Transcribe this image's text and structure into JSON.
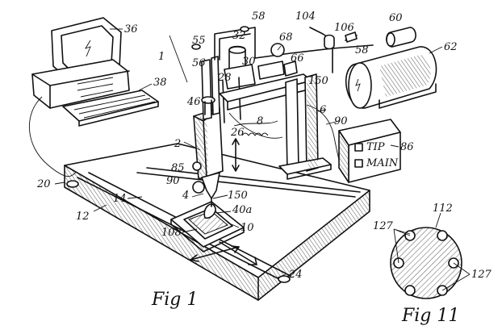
{
  "figures": {
    "fig1": {
      "caption": "Fig 1"
    },
    "fig11": {
      "caption": "Fig 11"
    }
  },
  "labels": {
    "l1": "1",
    "l2": "2",
    "l4": "4",
    "l6": "6",
    "l8": "8",
    "l10": "10",
    "l12": "12",
    "l14": "14",
    "l20": "20",
    "l24": "24",
    "l26": "26",
    "l28": "28",
    "l30": "30",
    "l32": "32",
    "l36": "36",
    "l38": "38",
    "l40a": "40a",
    "l46": "46",
    "l55": "55",
    "l56": "56",
    "l58a": "58",
    "l58b": "58",
    "l60": "60",
    "l62": "62",
    "l66": "66",
    "l68": "68",
    "l85": "85",
    "l86": "86",
    "l90a": "90",
    "l90b": "90",
    "l104": "104",
    "l106": "106",
    "l108": "108",
    "l112": "112",
    "l127a": "127",
    "l127b": "127",
    "l150a": "150",
    "l150b": "150"
  },
  "control_box": {
    "top_label": "TIP",
    "bottom_label": "MAIN"
  }
}
